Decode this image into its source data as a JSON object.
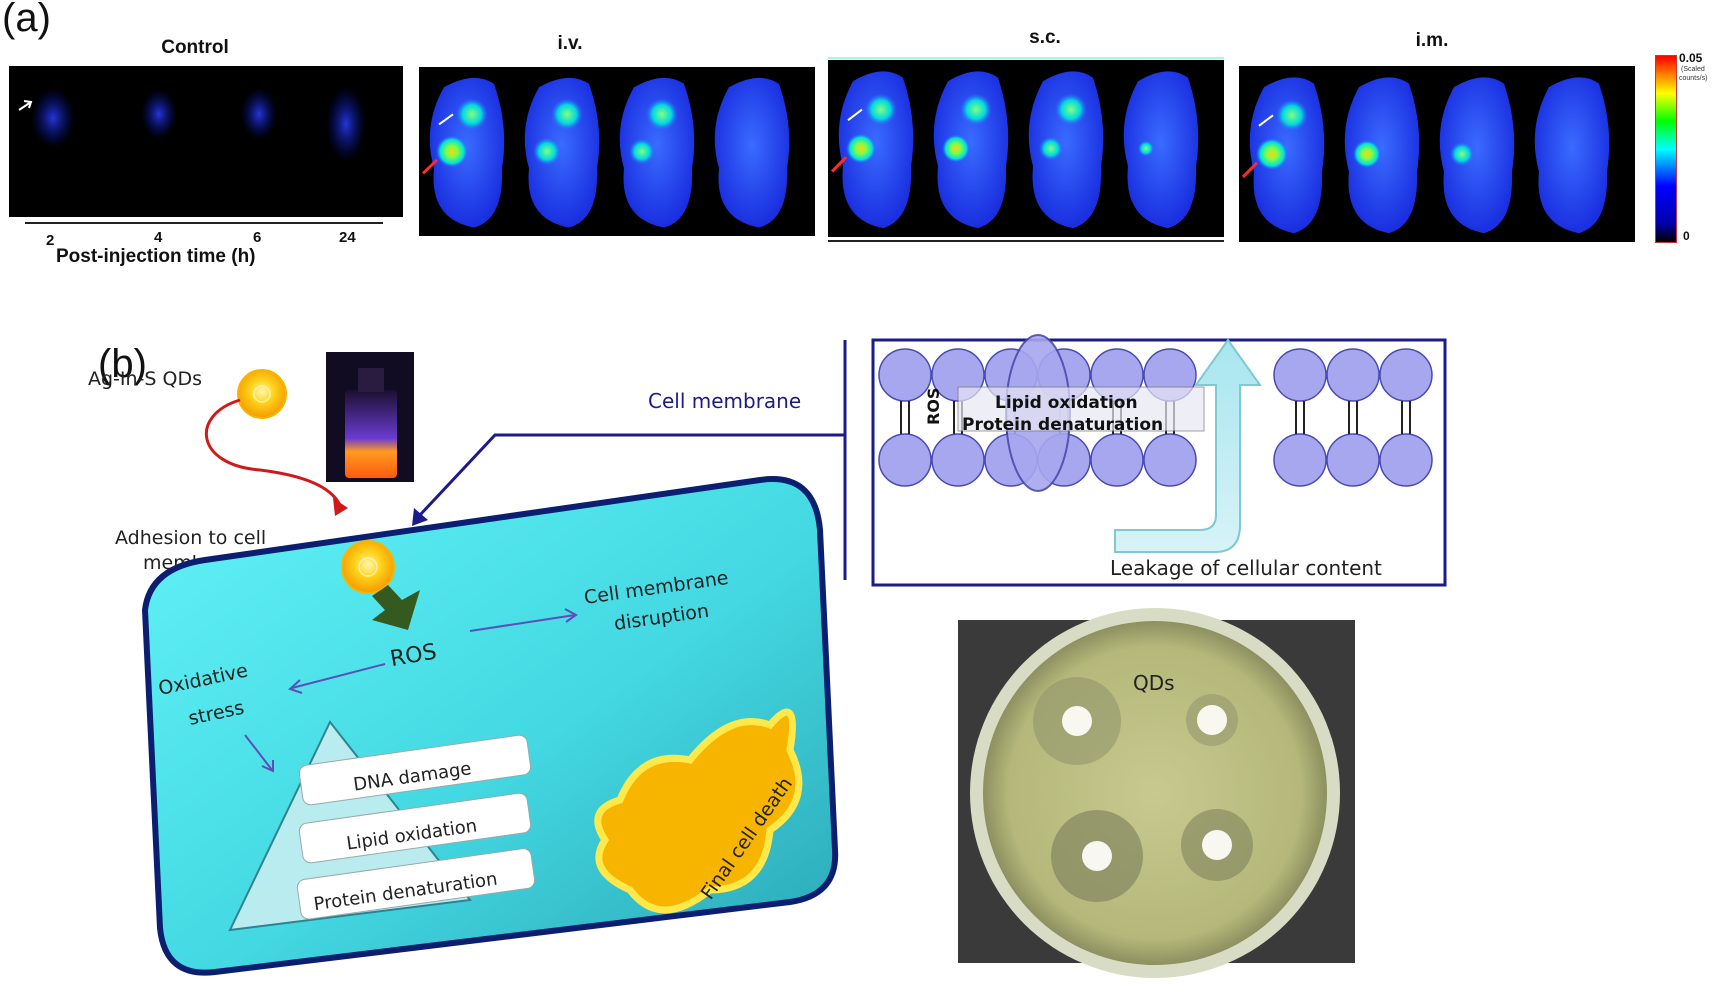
{
  "panel_a": {
    "letter": "(a)",
    "groups": [
      {
        "title": "Control"
      },
      {
        "title": "i.v."
      },
      {
        "title": "s.c."
      },
      {
        "title": "i.m."
      }
    ],
    "time_ticks": [
      "2",
      "4",
      "6",
      "24"
    ],
    "time_axis_label": "Post-injection time (h)",
    "colorbar": {
      "max_label": "0.05",
      "unit_label_1": "(Scaled",
      "unit_label_2": "counts/s)",
      "min_label": "0",
      "colors": [
        "#ff0000",
        "#ffff00",
        "#00ff00",
        "#00ffff",
        "#0000ff",
        "#0000aa",
        "#000000"
      ]
    }
  },
  "panel_b": {
    "letter": "(b)",
    "qd_label": "Ag-In-S QDs",
    "adhesion_label_1": "Adhesion to cell",
    "adhesion_label_2": "membrane",
    "ros_label": "ROS",
    "disruption_label_1": "Cell membrane",
    "disruption_label_2": "disruption",
    "oxidative_label_1": "Oxidative",
    "oxidative_label_2": "stress",
    "pyramid_items": [
      "DNA damage",
      "Lipid oxidation",
      "Protein denaturation"
    ],
    "final_death_label": "Final cell death",
    "cell_membrane_label": "Cell membrane",
    "inset": {
      "ros_vertical": "ROS",
      "lipid_label": "Lipid oxidation",
      "protein_label": "Protein denaturation",
      "leakage_label": "Leakage of cellular content"
    },
    "plate_label": "QDs",
    "colors": {
      "cell_fill": "#4fe3ea",
      "cell_border": "#0b1e70",
      "lipid_head": "#a7a7ef",
      "inset_border": "#1b1b8a",
      "arrow_red": "#d01a1a",
      "arrow_dark_green": "#355a1f",
      "plate_agar": "#bdbf86"
    }
  }
}
